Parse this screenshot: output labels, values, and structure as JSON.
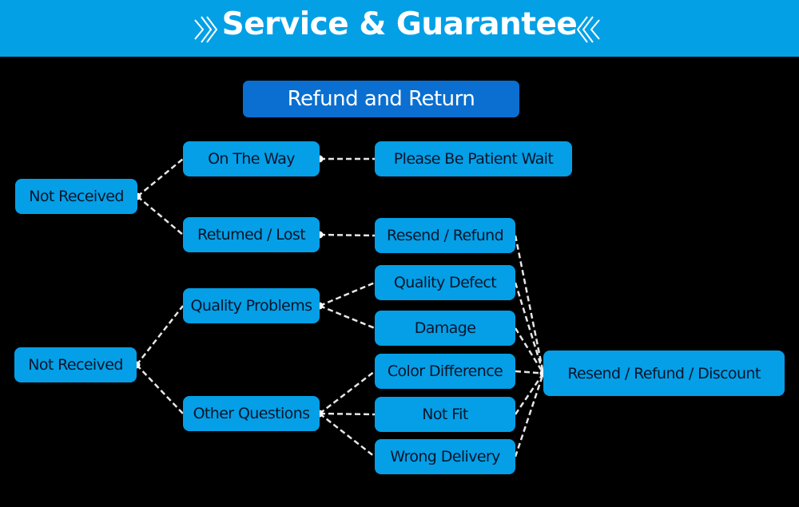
{
  "header": {
    "title": "Service & Guarantee",
    "left_icon": "double-chevron-right-icon",
    "right_icon": "double-chevron-left-icon",
    "background_color": "#03a0e6"
  },
  "section": {
    "title": "Refund and Return",
    "background_color": "#0a6fd0"
  },
  "colors": {
    "node_fill": "#049fe6",
    "node_text": "#06152b",
    "connector": "#e6e6e6",
    "page_background": "#000000"
  },
  "nodes": {
    "not_received_1": "Not Received",
    "on_the_way": "On The Way",
    "returned_lost": "Retumed / Lost",
    "please_wait": "Please Be Patient Wait",
    "resend_refund": "Resend / Refund",
    "not_received_2": "Not Received",
    "quality_problems": "Quality Problems",
    "other_questions": "Other Questions",
    "quality_defect": "Quality Defect",
    "damage": "Damage",
    "color_difference": "Color Difference",
    "not_fit": "Not Fit",
    "wrong_delivery": "Wrong Delivery",
    "resend_refund_discount": "Resend / Refund / Discount"
  },
  "edges": [
    [
      "not_received_1",
      "on_the_way"
    ],
    [
      "not_received_1",
      "returned_lost"
    ],
    [
      "on_the_way",
      "please_wait"
    ],
    [
      "returned_lost",
      "resend_refund"
    ],
    [
      "not_received_2",
      "quality_problems"
    ],
    [
      "not_received_2",
      "other_questions"
    ],
    [
      "quality_problems",
      "quality_defect"
    ],
    [
      "quality_problems",
      "damage"
    ],
    [
      "other_questions",
      "color_difference"
    ],
    [
      "other_questions",
      "not_fit"
    ],
    [
      "other_questions",
      "wrong_delivery"
    ],
    [
      "resend_refund",
      "resend_refund_discount"
    ],
    [
      "quality_defect",
      "resend_refund_discount"
    ],
    [
      "damage",
      "resend_refund_discount"
    ],
    [
      "color_difference",
      "resend_refund_discount"
    ],
    [
      "not_fit",
      "resend_refund_discount"
    ],
    [
      "wrong_delivery",
      "resend_refund_discount"
    ]
  ]
}
